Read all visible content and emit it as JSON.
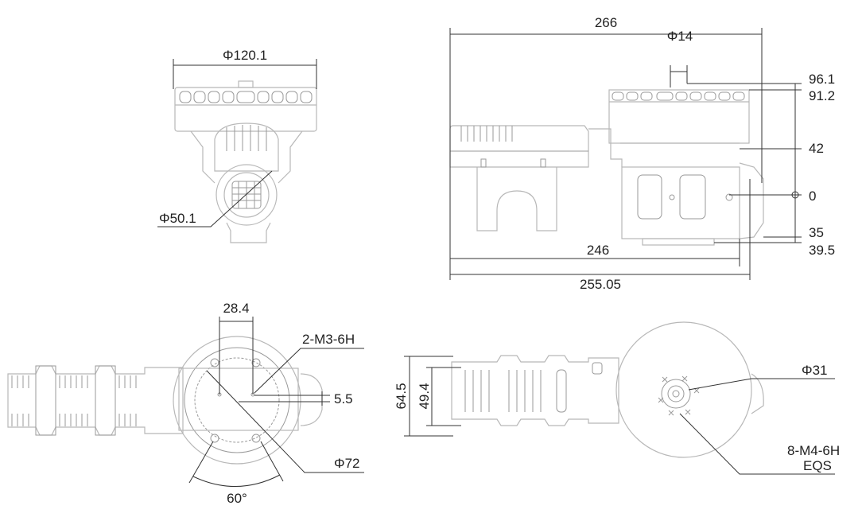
{
  "title": "Motor dimension drawing",
  "front_view": {
    "outer_diameter": "Φ120.1",
    "face_diameter": "Φ50.1"
  },
  "side_view": {
    "overall_length": "266",
    "shaft_diameter": "Φ14",
    "heights": [
      "96.1",
      "91.2",
      "42",
      "0",
      "35",
      "39.5"
    ],
    "length_246": "246",
    "length_255": "255.05"
  },
  "bottom_view": {
    "hole_spacing": "28.4",
    "thread_spec": "2-M3-6H",
    "offset": "5.5",
    "bolt_circle": "Φ72",
    "angle": "60°"
  },
  "top_view": {
    "width_outer": "64.5",
    "width_inner": "49.4",
    "pilot_diameter": "Φ31",
    "thread_spec": "8-M4-6H",
    "thread_note": "EQS"
  },
  "colors": {
    "part_outline": "#b8b8b8",
    "dimension": "#333333"
  }
}
